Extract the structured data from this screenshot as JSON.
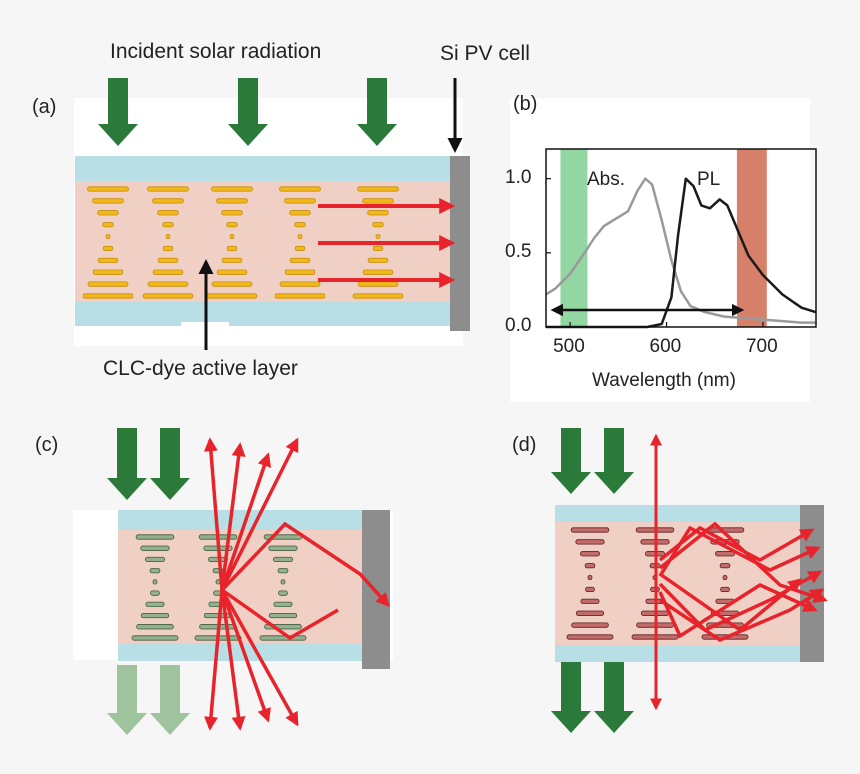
{
  "panels": {
    "a": "(a)",
    "b": "(b)",
    "c": "(c)",
    "d": "(d)"
  },
  "labels": {
    "incident": "Incident solar radiation",
    "si_pv": "Si PV cell",
    "active_layer": "CLC-dye active layer"
  },
  "chart_data": {
    "type": "line",
    "xlabel": "Wavelength (nm)",
    "ylabel": "",
    "xlim": [
      475,
      755
    ],
    "ylim": [
      0,
      1.2
    ],
    "x_ticks": [
      500,
      600,
      700
    ],
    "y_ticks": [
      0.0,
      0.5,
      1.0
    ],
    "tick_labels_x": [
      "500",
      "600",
      "700"
    ],
    "tick_labels_y": [
      "0.0",
      "0.5",
      "1.0"
    ],
    "annotations": {
      "abs": "Abs.",
      "pl": "PL"
    },
    "bands": [
      {
        "name": "green",
        "from": 490,
        "to": 518,
        "color": "#7fcf92"
      },
      {
        "name": "red",
        "from": 673,
        "to": 704,
        "color": "#cf6a50"
      }
    ],
    "range_arrow": [
      476,
      678
    ],
    "series": [
      {
        "name": "Abs.",
        "color": "#9a9a9a",
        "x": [
          475,
          485,
          500,
          515,
          525,
          535,
          550,
          560,
          570,
          578,
          585,
          595,
          605,
          615,
          625,
          640,
          660,
          680,
          700,
          720,
          740,
          755
        ],
        "y": [
          0.22,
          0.26,
          0.36,
          0.5,
          0.6,
          0.68,
          0.74,
          0.78,
          0.92,
          1.0,
          0.96,
          0.72,
          0.45,
          0.24,
          0.14,
          0.1,
          0.07,
          0.06,
          0.05,
          0.04,
          0.03,
          0.03
        ]
      },
      {
        "name": "PL",
        "color": "#1a1a1a",
        "x": [
          475,
          580,
          595,
          605,
          612,
          620,
          628,
          636,
          645,
          655,
          663,
          672,
          685,
          700,
          720,
          740,
          755
        ],
        "y": [
          0,
          0,
          0.02,
          0.2,
          0.62,
          1.0,
          0.95,
          0.82,
          0.8,
          0.86,
          0.82,
          0.68,
          0.48,
          0.35,
          0.22,
          0.13,
          0.1
        ]
      }
    ]
  },
  "colors": {
    "green": "#2c7a3a",
    "pale_green": "#9fc39c",
    "red": "#e8232b",
    "glass": "#b7dfe5",
    "layer": "#f0d0c4",
    "pv": "#8d8d8e",
    "yellow": "#f0b81a"
  }
}
